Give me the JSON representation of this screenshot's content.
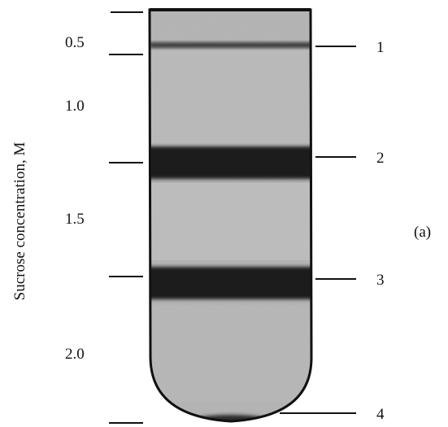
{
  "axis_title": "Sucrose concentration, M",
  "concentration_ticks": [
    "0.5",
    "1.0",
    "1.5",
    "2.0"
  ],
  "band_labels": [
    "1",
    "2",
    "3",
    "4"
  ],
  "panel_label": "(a)",
  "colors": {
    "tube_fill": "#b4b4b4",
    "band": "#1e1e1e",
    "outline": "#111111"
  }
}
